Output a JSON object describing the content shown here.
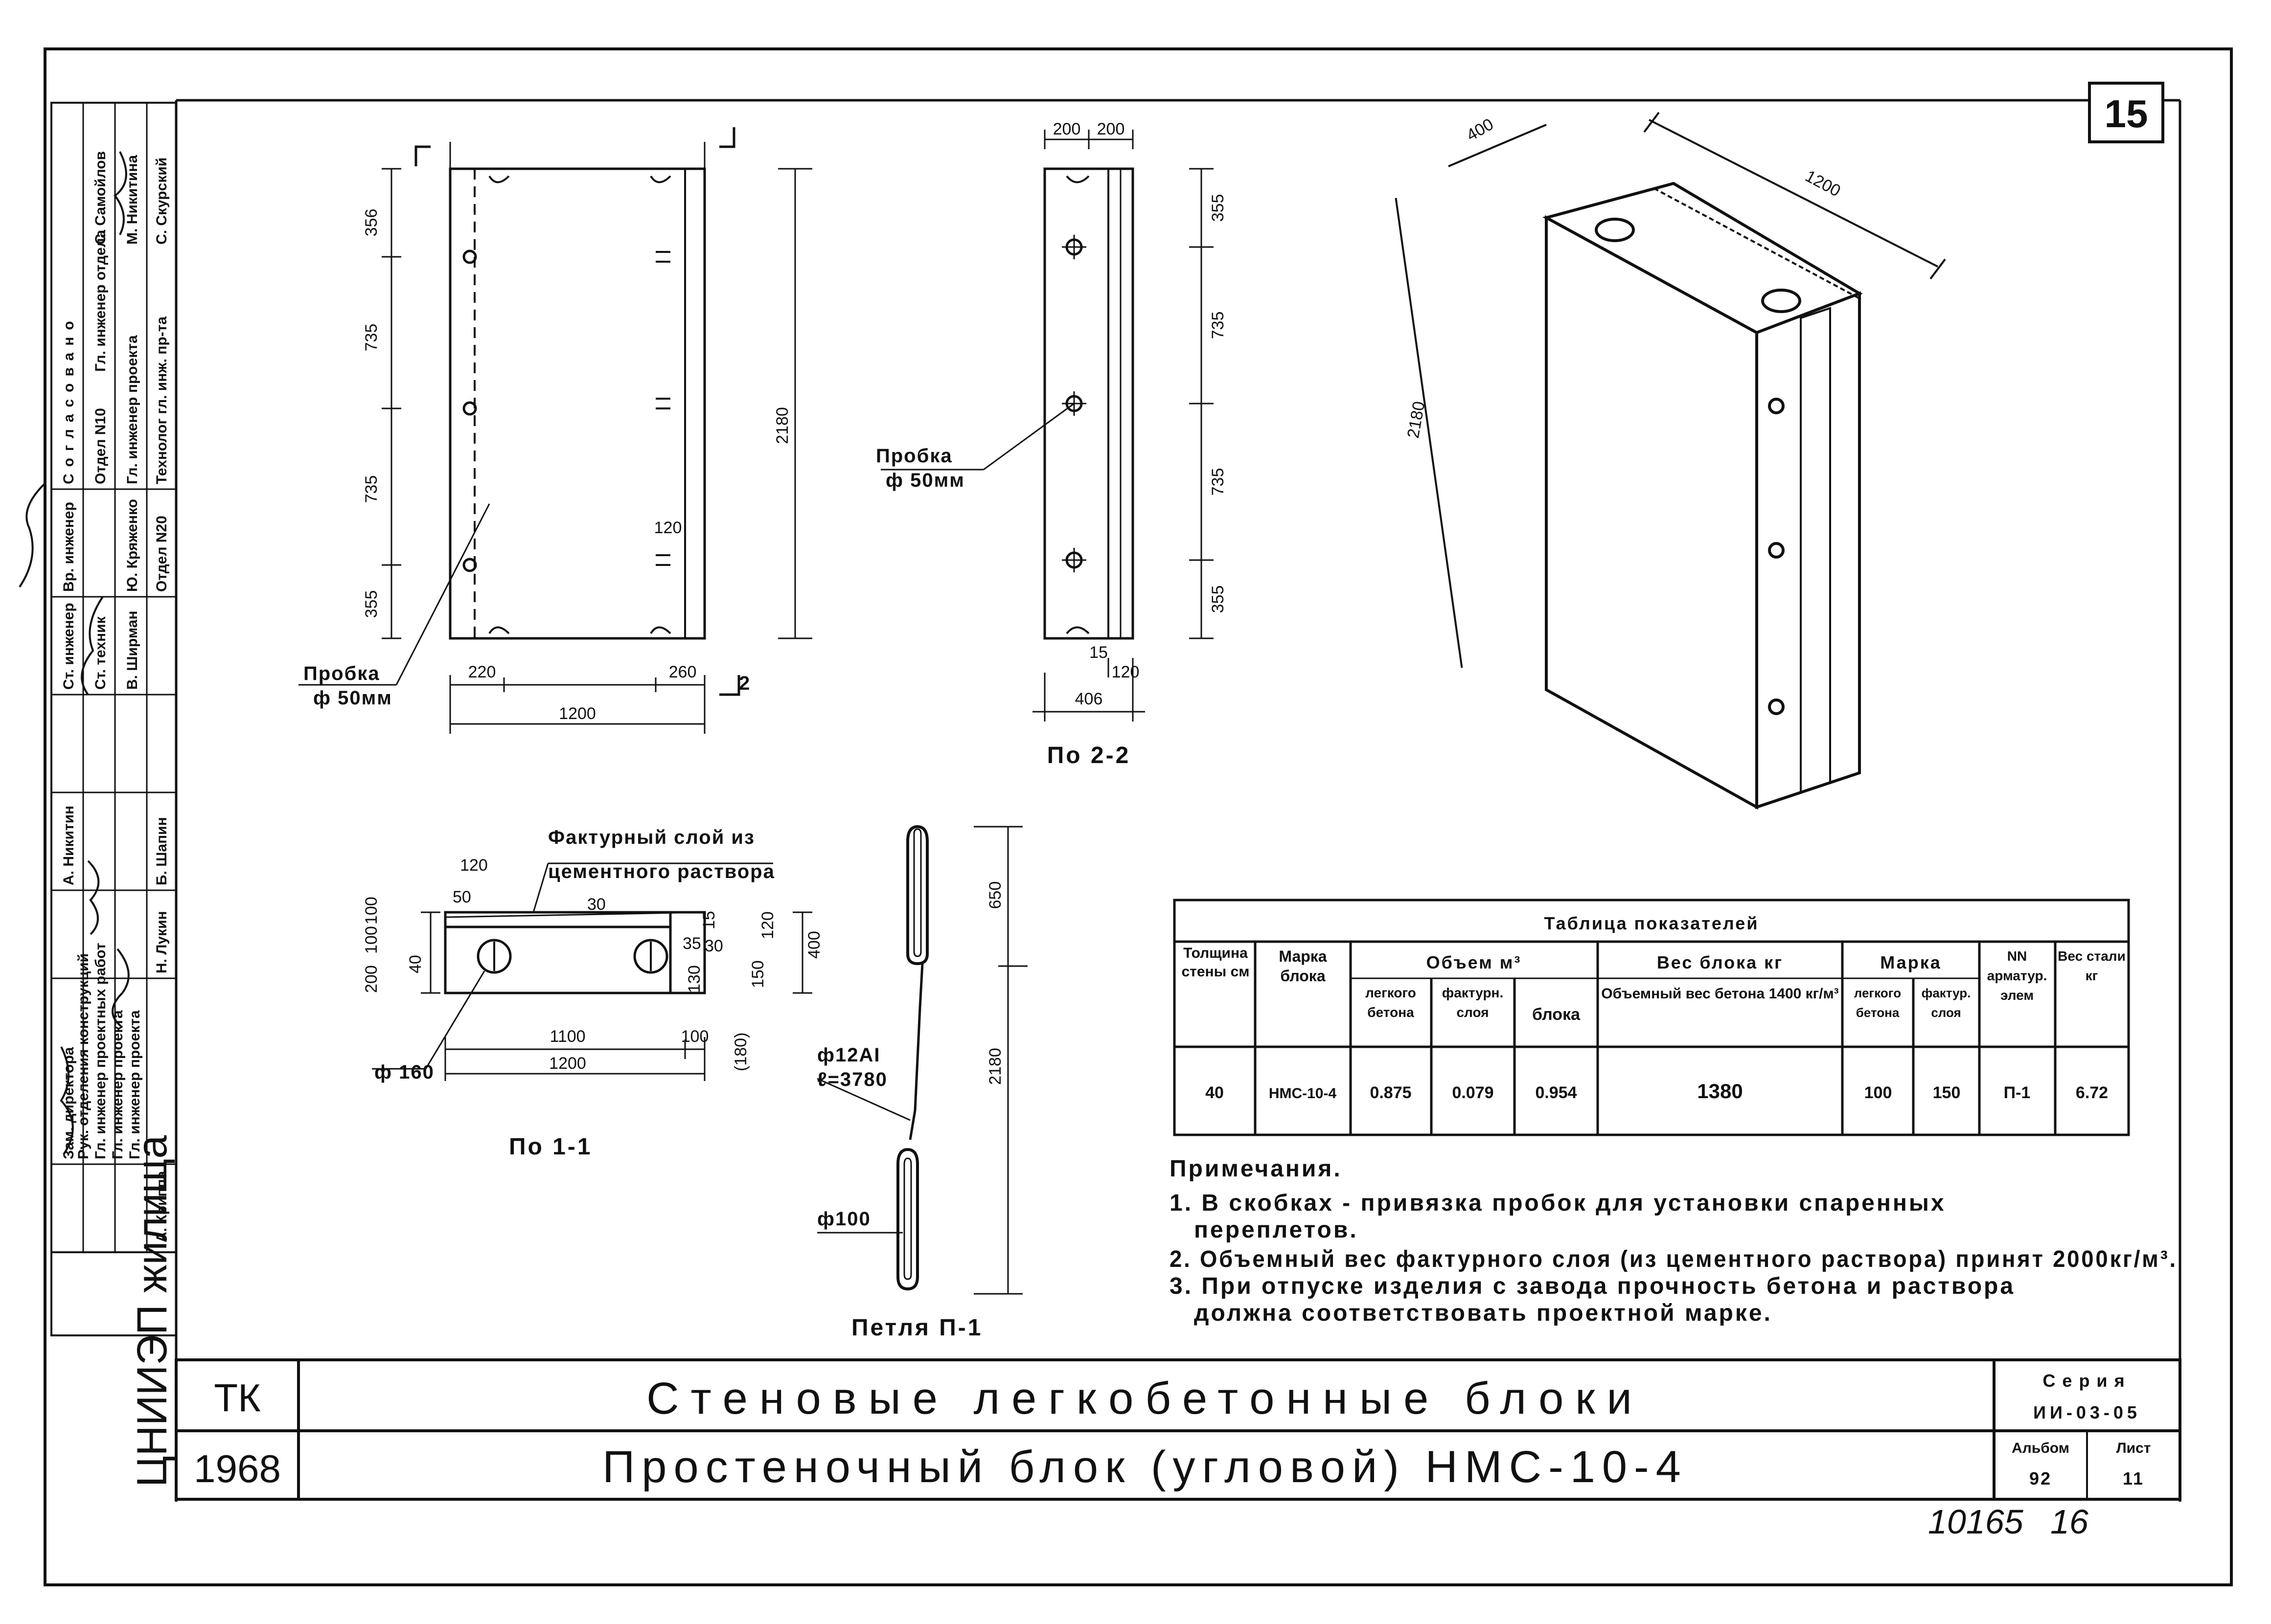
{
  "sheet": {
    "sheet_number": "15",
    "archive_number": "10165",
    "archive_suffix": "16"
  },
  "front_view": {
    "dims_left": [
      "356",
      "735",
      "735",
      "355"
    ],
    "dim_height": "2180",
    "dim_width": "1200",
    "dim_left_offset": "220",
    "dim_right_offset": "260",
    "dim_120": "120",
    "plug_label": "Пробка",
    "plug_diameter": "ф 50мм",
    "section_mark": "2"
  },
  "side_view": {
    "top_dims": [
      "200",
      "200"
    ],
    "dims_right": [
      "355",
      "735",
      "735",
      "355"
    ],
    "plug_label": "Пробка",
    "plug_diameter": "ф 50мм",
    "dim_15": "15",
    "dim_120": "120",
    "dim_width": "406",
    "caption": "По 2-2"
  },
  "iso_view": {
    "dim_depth": "400",
    "dim_length": "1200",
    "dim_height": "2180"
  },
  "section_view": {
    "facing_label_1": "Фактурный слой из",
    "facing_label_2": "цементного раствора",
    "dims_top": [
      "120",
      "50"
    ],
    "dims_left": [
      "200",
      "100",
      "100"
    ],
    "dim_40": "40",
    "dim_30": "30",
    "dims_right": [
      "15",
      "130",
      "35",
      "30",
      "150",
      "120"
    ],
    "dim_400": "400",
    "dim_180": "(180)",
    "dim_1100": "1100",
    "dim_100": "100",
    "dim_1200": "1200",
    "hole_label": "ф 160",
    "caption": "По 1-1"
  },
  "loop_view": {
    "dim_650": "650",
    "dim_2180": "2180",
    "bar_label_1": "ф12АI",
    "bar_label_2": "ℓ=3780",
    "bend_label": "ф100",
    "caption": "Петля П-1"
  },
  "table": {
    "title": "Таблица показателей",
    "headers": {
      "wall": "Толщина стены см",
      "mark": "Марка блока",
      "volume": "Объем м³",
      "vol_light": "легкого бетона",
      "vol_facing": "фактурн. слоя",
      "vol_block": "блока",
      "weight": "Вес блока кг",
      "weight_note": "Объемный вес бетона 1400 кг/м³",
      "grade": "Марка",
      "grade_light": "легкого бетона",
      "grade_facing": "фактур. слоя",
      "rebar": "NN арматур. элем",
      "steel": "Вес стали кг"
    },
    "row": {
      "wall": "40",
      "mark": "НМС-10-4",
      "vol_light": "0.875",
      "vol_facing": "0.079",
      "vol_block": "0.954",
      "weight": "1380",
      "grade_light": "100",
      "grade_facing": "150",
      "rebar": "П-1",
      "steel": "6.72"
    }
  },
  "notes": {
    "heading": "Примечания.",
    "items": [
      "1. В скобках - привязка пробок для установки спаренных",
      "переплетов.",
      "2. Объемный вес фактурного слоя (из цементного раствора) принят 2000кг/м³.",
      "3. При отпуске изделия с завода прочность бетона и раствора",
      "должна соответствовать проектной марке."
    ]
  },
  "title_block": {
    "code": "ТК",
    "year": "1968",
    "title": "Стеновые легкобетонные блоки",
    "subtitle": "Простеночный блок (угловой) НМС-10-4",
    "series_label": "Серия",
    "series_value": "ИИ-03-05",
    "album_label": "Альбом",
    "album_value": "92",
    "sheet_label": "Лист",
    "sheet_value": "11",
    "org": "ЦНИИЭП жилища"
  },
  "stamp": {
    "agreed": "Согласовано",
    "roles": [
      "Отдел N10",
      "Гл. инженер отдела",
      "Гл. инженер проекта",
      "Технолог гл. инж. пр-та"
    ],
    "names": [
      "С. Самойлов",
      "М. Никитина",
      "С. Скурский"
    ],
    "dept": "Отдел N20",
    "col_roles": [
      "Зам. директора",
      "Рук. отделения конструкций",
      "Гл. инженер проектных работ",
      "Гл. инженер проекта",
      "Гл. инженер проекта"
    ],
    "col_names": [
      "А. Криппа",
      "Б. Шапин",
      "А. Никитин",
      "Н. Лукин"
    ],
    "mid_roles": [
      "Ст. инженер",
      "Ст. техник",
      "Вр. инженер"
    ],
    "mid_names": [
      "Ю. Кряженко",
      "В. Ширман"
    ]
  }
}
